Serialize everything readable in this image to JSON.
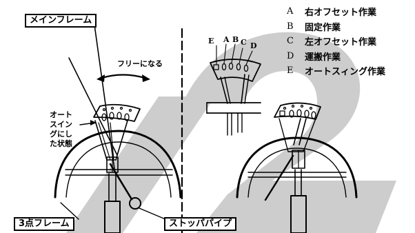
{
  "labels": {
    "main_frame": "メインフレーム",
    "free": "フリーになる",
    "auto_swing_state": [
      "オート",
      "スイン",
      "グにし",
      "た状態"
    ],
    "three_point_frame": "3点フレーム",
    "stopper_pipe": "ストッパパイプ"
  },
  "position_letters": [
    "E",
    "A",
    "B",
    "C",
    "D"
  ],
  "legend": [
    {
      "letter": "A",
      "text": "右オフセット作業"
    },
    {
      "letter": "B",
      "text": "固定作業"
    },
    {
      "letter": "C",
      "text": "左オフセット作業"
    },
    {
      "letter": "D",
      "text": "運搬作業"
    },
    {
      "letter": "E",
      "text": "オートスィング作業"
    }
  ],
  "colors": {
    "line": "#000000",
    "watermark": "#cdcdcd",
    "background": "#ffffff"
  }
}
